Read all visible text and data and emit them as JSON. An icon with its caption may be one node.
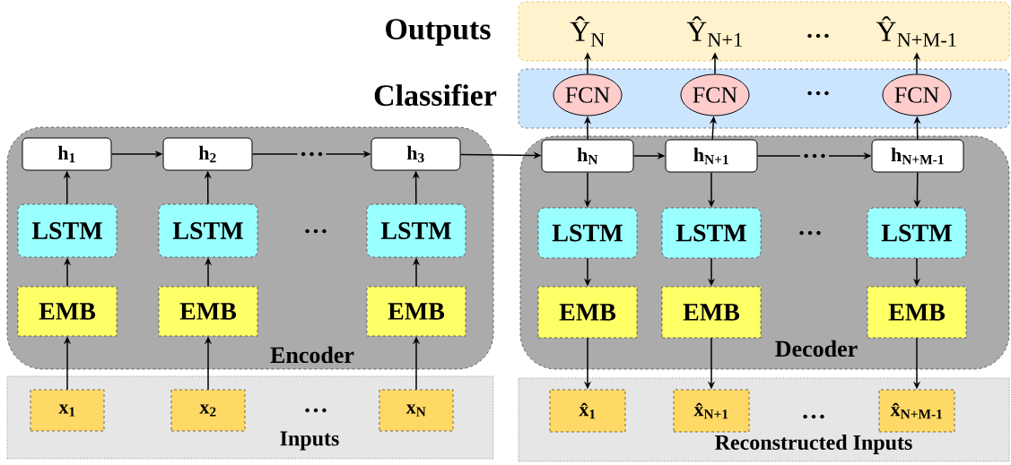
{
  "diagram": {
    "nodes": [
      {
        "text": [
          "Outputs"
        ]
      },
      {
        "text": [
          "Ŷ$_{N}$"
        ],
        "in": 0
      },
      {
        "text": [
          "Ŷ$_{N+1}$"
        ],
        "in": 0
      },
      {
        "text": [
          "Ŷ$_{N+M-1}$"
        ],
        "in": 0
      },
      {
        "text": [
          "Classifier"
        ]
      },
      {
        "text": [
          "FCN"
        ],
        "in": 4
      },
      {
        "text": [
          "FCN"
        ],
        "in": 4
      },
      {
        "text": [
          "FCN"
        ],
        "in": 4
      },
      {
        "text": [
          "Encoder"
        ]
      },
      {
        "text": [
          "h$_{1}$"
        ],
        "in": 8
      },
      {
        "text": [
          "h$_{2}$"
        ],
        "in": 8
      },
      {
        "text": [
          "h$_{3}$"
        ],
        "in": 8
      },
      {
        "text": [
          "LSTM"
        ],
        "in": 8
      },
      {
        "text": [
          "LSTM"
        ],
        "in": 8
      },
      {
        "text": [
          "LSTM"
        ],
        "in": 8
      },
      {
        "text": [
          "EMB"
        ],
        "in": 8
      },
      {
        "text": [
          "EMB"
        ],
        "in": 8
      },
      {
        "text": [
          "EMB"
        ],
        "in": 8
      },
      {
        "text": [
          "Decoder"
        ]
      },
      {
        "text": [
          "h$_{N}$"
        ],
        "in": 18
      },
      {
        "text": [
          "h$_{N+1}$"
        ],
        "in": 18
      },
      {
        "text": [
          "h$_{N+M-1}$"
        ],
        "in": 18
      },
      {
        "text": [
          "LSTM"
        ],
        "in": 18
      },
      {
        "text": [
          "LSTM"
        ],
        "in": 18
      },
      {
        "text": [
          "LSTM"
        ],
        "in": 18
      },
      {
        "text": [
          "EMB"
        ],
        "in": 18
      },
      {
        "text": [
          "EMB"
        ],
        "in": 18
      },
      {
        "text": [
          "EMB"
        ],
        "in": 18
      },
      {
        "text": [
          "Inputs"
        ]
      },
      {
        "text": [
          "x$_{1}$"
        ],
        "in": 28
      },
      {
        "text": [
          "x$_{2}$"
        ],
        "in": 28
      },
      {
        "text": [
          "x$_{N}$"
        ],
        "in": 28
      },
      {
        "text": [
          "Reconstructed Inputs"
        ]
      },
      {
        "text": [
          "x̂$_{1}$"
        ],
        "in": 32
      },
      {
        "text": [
          "x̂$_{N+1}$"
        ],
        "in": 32
      },
      {
        "text": [
          "x̂$_{N+M-1}$"
        ],
        "in": 32
      }
    ],
    "edges": [
      {
        "from": 29,
        "to": 15,
        "arrow": "to"
      },
      {
        "from": 30,
        "to": 16,
        "arrow": "to"
      },
      {
        "from": 31,
        "to": 17,
        "arrow": "to"
      },
      {
        "from": 15,
        "to": 12,
        "arrow": "to"
      },
      {
        "from": 16,
        "to": 13,
        "arrow": "to"
      },
      {
        "from": 17,
        "to": 14,
        "arrow": "to"
      },
      {
        "from": 12,
        "to": 9,
        "arrow": "to"
      },
      {
        "from": 13,
        "to": 10,
        "arrow": "to"
      },
      {
        "from": 14,
        "to": 11,
        "arrow": "to"
      },
      {
        "from": 9,
        "to": 10,
        "arrow": "to"
      },
      {
        "from": 10,
        "to": 11,
        "label": "…",
        "arrow": "to"
      },
      {
        "from": 11,
        "to": 19,
        "arrow": "to"
      },
      {
        "from": 19,
        "to": 20,
        "arrow": "to"
      },
      {
        "from": 20,
        "to": 21,
        "label": "…",
        "arrow": "to"
      },
      {
        "from": 19,
        "to": 22,
        "arrow": "to"
      },
      {
        "from": 20,
        "to": 23,
        "arrow": "to"
      },
      {
        "from": 21,
        "to": 24,
        "arrow": "to"
      },
      {
        "from": 22,
        "to": 25,
        "arrow": "to"
      },
      {
        "from": 23,
        "to": 26,
        "arrow": "to"
      },
      {
        "from": 24,
        "to": 27,
        "arrow": "to"
      },
      {
        "from": 25,
        "to": 33,
        "arrow": "to"
      },
      {
        "from": 26,
        "to": 34,
        "arrow": "to"
      },
      {
        "from": 27,
        "to": 35,
        "arrow": "to"
      },
      {
        "from": 19,
        "to": 5,
        "arrow": "to"
      },
      {
        "from": 20,
        "to": 6,
        "arrow": "to"
      },
      {
        "from": 21,
        "to": 7,
        "arrow": "to"
      },
      {
        "from": 5,
        "to": 1,
        "arrow": "to"
      },
      {
        "from": 6,
        "to": 2,
        "arrow": "to"
      },
      {
        "from": 7,
        "to": 3,
        "arrow": "to"
      }
    ],
    "labels": [
      "…",
      "…",
      "…",
      "…",
      "…",
      "…"
    ]
  }
}
